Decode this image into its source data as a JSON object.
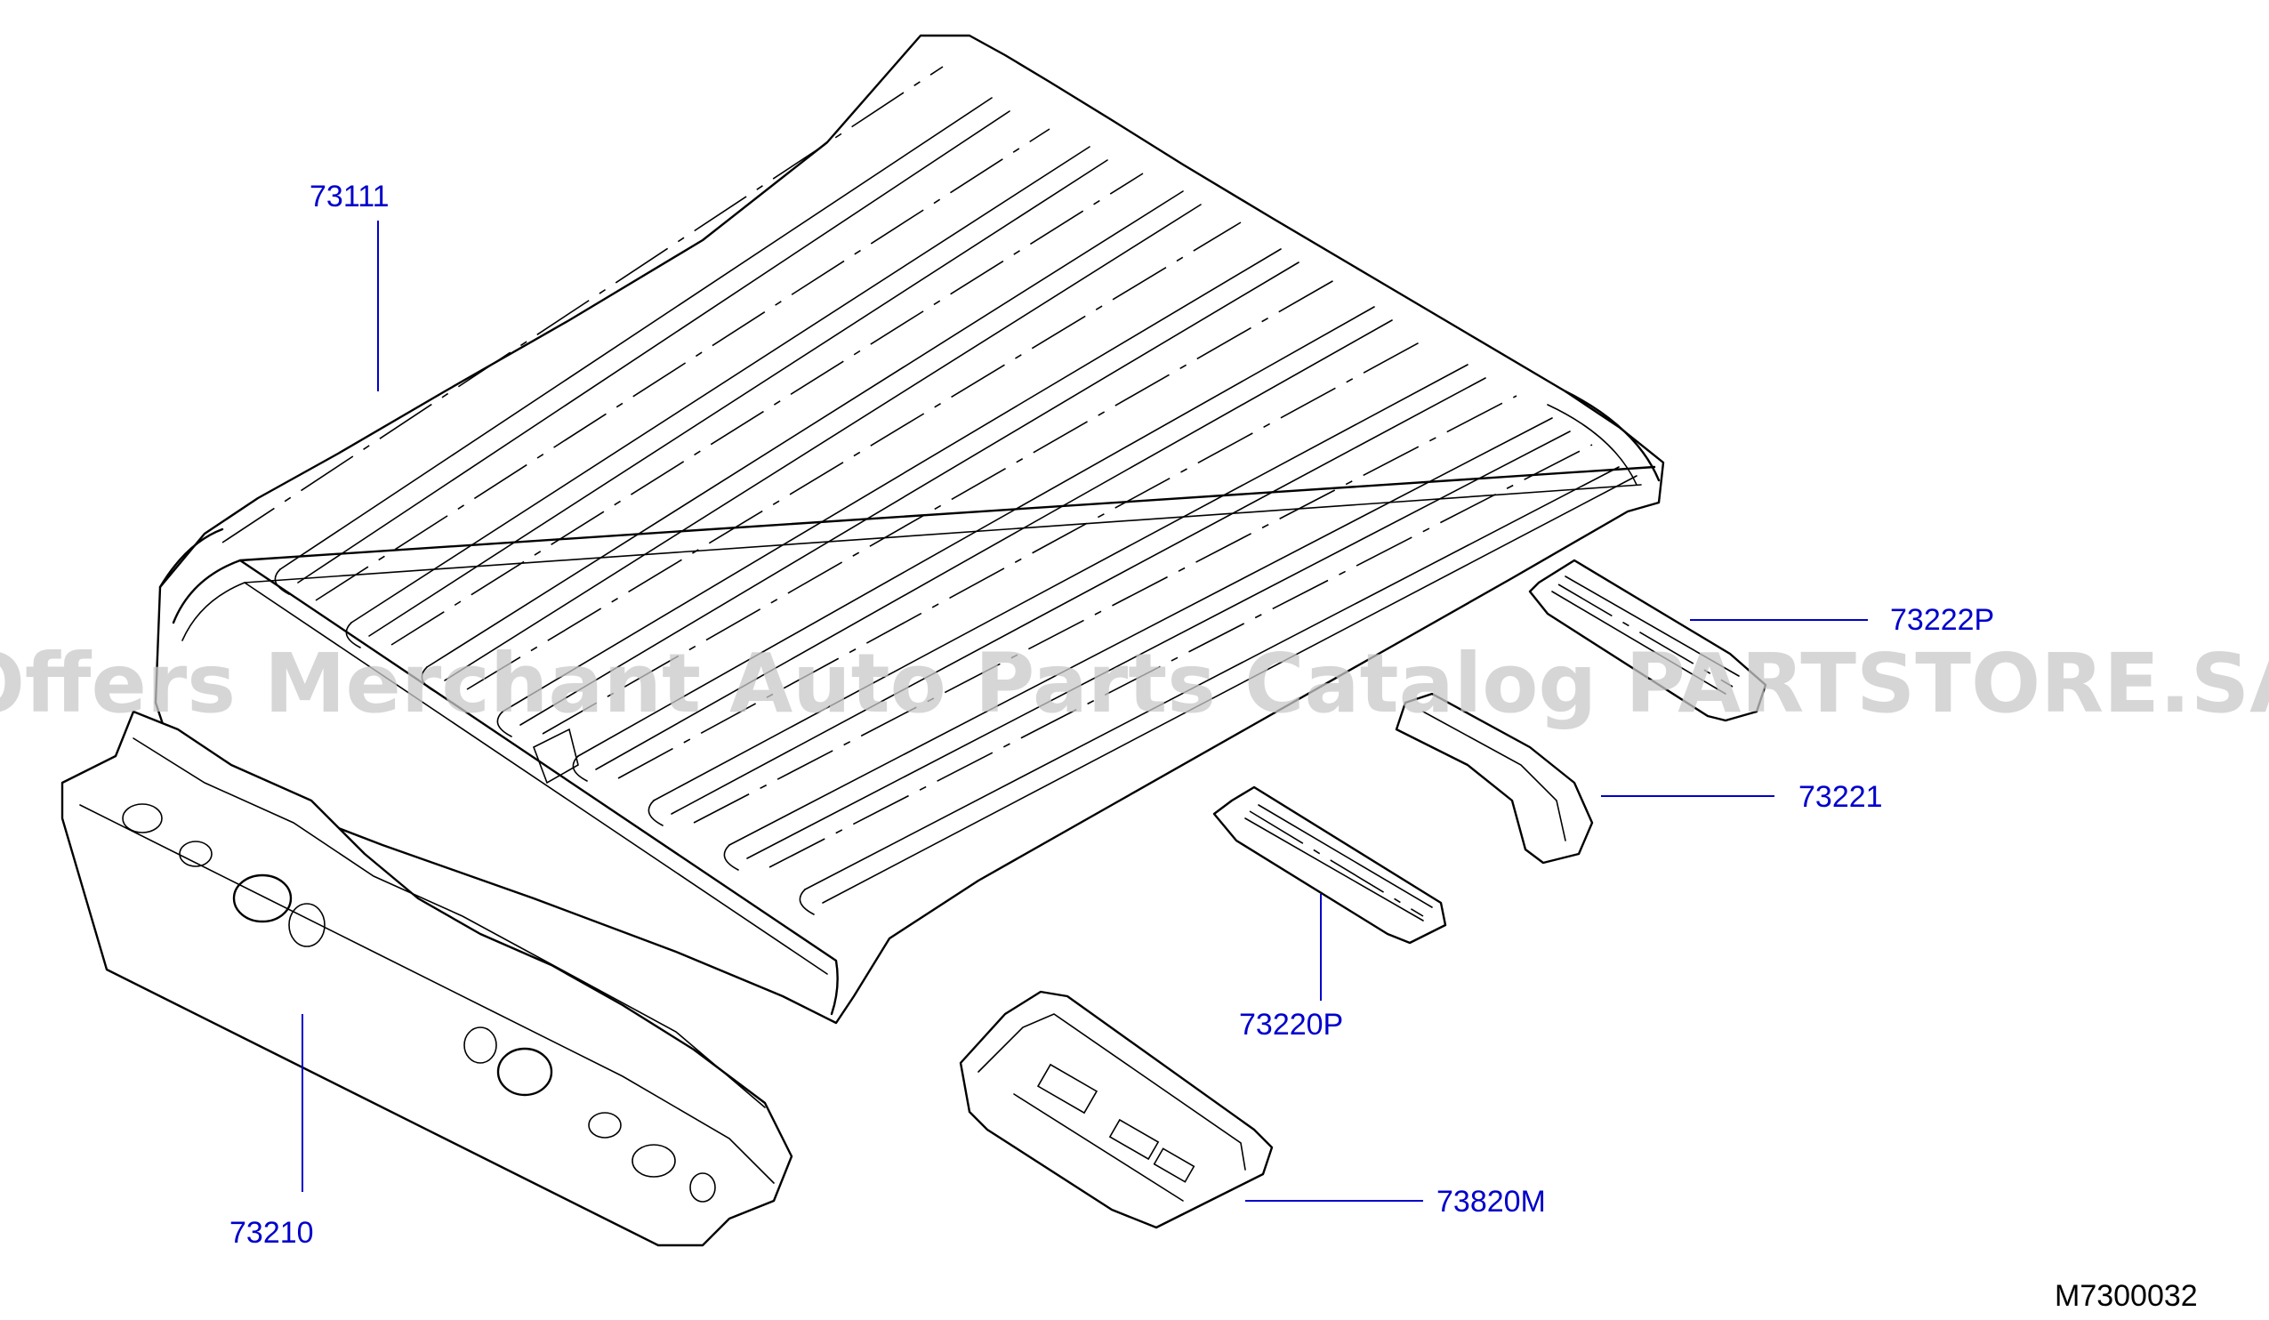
{
  "diagram": {
    "code": "M7300032",
    "watermark": "Offers Merchant Auto Parts Catalog PARTSTORE.SA",
    "parts": [
      {
        "number": "73111"
      },
      {
        "number": "73222P"
      },
      {
        "number": "73221"
      },
      {
        "number": "73220P"
      },
      {
        "number": "73210"
      },
      {
        "number": "73820M"
      }
    ]
  }
}
